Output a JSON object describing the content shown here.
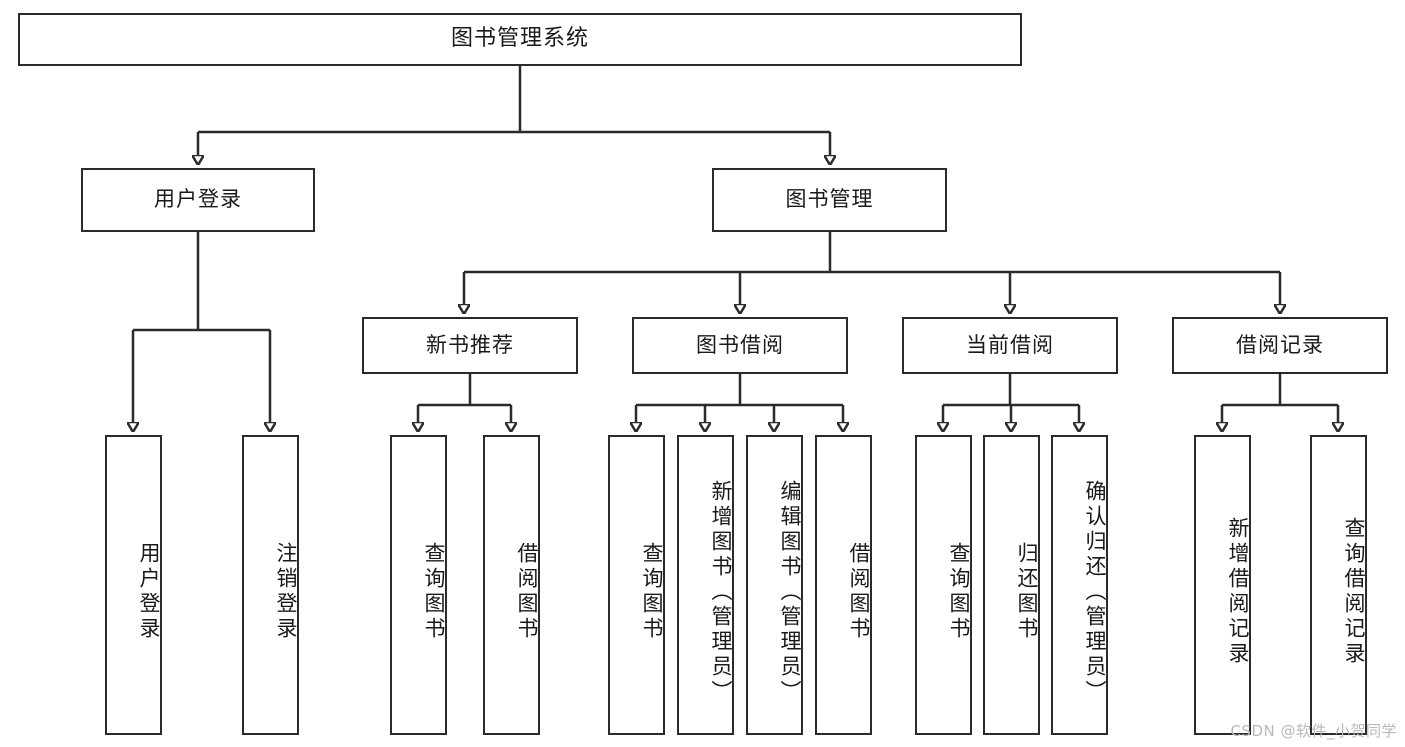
{
  "diagram": {
    "title": "图书管理系统",
    "type": "tree",
    "root": {
      "label": "图书管理系统",
      "orientation": "horizontal"
    },
    "level2": [
      {
        "label": "用户登录",
        "orientation": "horizontal"
      },
      {
        "label": "图书管理",
        "orientation": "horizontal"
      }
    ],
    "level3": [
      {
        "label": "新书推荐",
        "orientation": "horizontal"
      },
      {
        "label": "图书借阅",
        "orientation": "horizontal"
      },
      {
        "label": "当前借阅",
        "orientation": "horizontal"
      },
      {
        "label": "借阅记录",
        "orientation": "horizontal"
      }
    ],
    "leaves": {
      "user_login": [
        {
          "label": "用户登录",
          "orientation": "vertical"
        },
        {
          "label": "注销登录",
          "orientation": "vertical"
        }
      ],
      "new_book_recommend": [
        {
          "label": "查询图书",
          "orientation": "vertical"
        },
        {
          "label": "借阅图书",
          "orientation": "vertical"
        }
      ],
      "book_borrow": [
        {
          "label": "查询图书",
          "orientation": "vertical"
        },
        {
          "label": "新增图书（管理员）",
          "orientation": "vertical"
        },
        {
          "label": "编辑图书（管理员）",
          "orientation": "vertical"
        },
        {
          "label": "借阅图书",
          "orientation": "vertical"
        }
      ],
      "current_borrow": [
        {
          "label": "查询图书",
          "orientation": "vertical"
        },
        {
          "label": "归还图书",
          "orientation": "vertical"
        },
        {
          "label": "确认归还（管理员）",
          "orientation": "vertical"
        }
      ],
      "borrow_record": [
        {
          "label": "新增借阅记录",
          "orientation": "vertical"
        },
        {
          "label": "查询借阅记录",
          "orientation": "vertical"
        }
      ]
    }
  },
  "watermark": {
    "text": "CSDN @软件_小贺同学"
  },
  "colors": {
    "stroke": "#2b2b2b",
    "background": "#ffffff",
    "text": "#1a1a1a",
    "watermark": "#b9b9b9"
  }
}
